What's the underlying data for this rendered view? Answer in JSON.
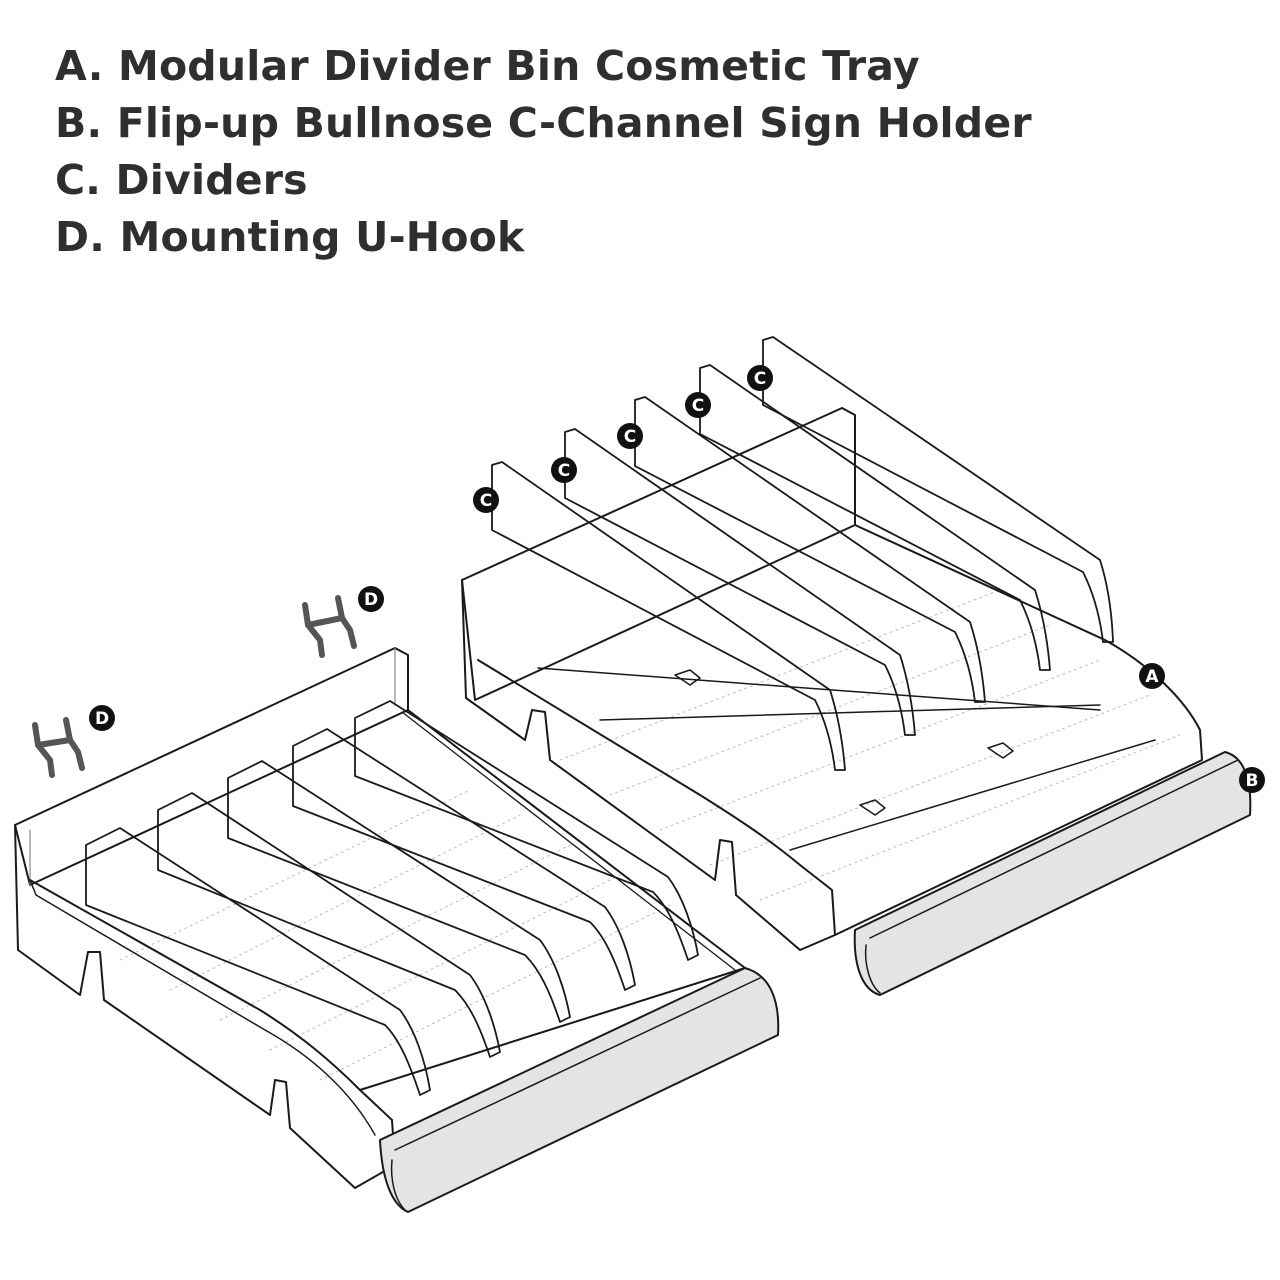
{
  "legend": {
    "items": [
      {
        "letter": "A",
        "text": "A. Modular Divider Bin Cosmetic Tray"
      },
      {
        "letter": "B",
        "text": "B. Flip-up Bullnose C-Channel Sign Holder"
      },
      {
        "letter": "C",
        "text": "C. Dividers"
      },
      {
        "letter": "D",
        "text": "D. Mounting U-Hook"
      }
    ]
  },
  "callouts": {
    "a": "A",
    "b": "B",
    "c1": "C",
    "c2": "C",
    "c3": "C",
    "c4": "C",
    "c5": "C",
    "d_left": "D",
    "d_right": "D"
  },
  "colors": {
    "text": "#2f2f2f",
    "line": "#1a1a1a",
    "sign_fill": "#e4e4e4",
    "callout_fill": "#111111"
  }
}
